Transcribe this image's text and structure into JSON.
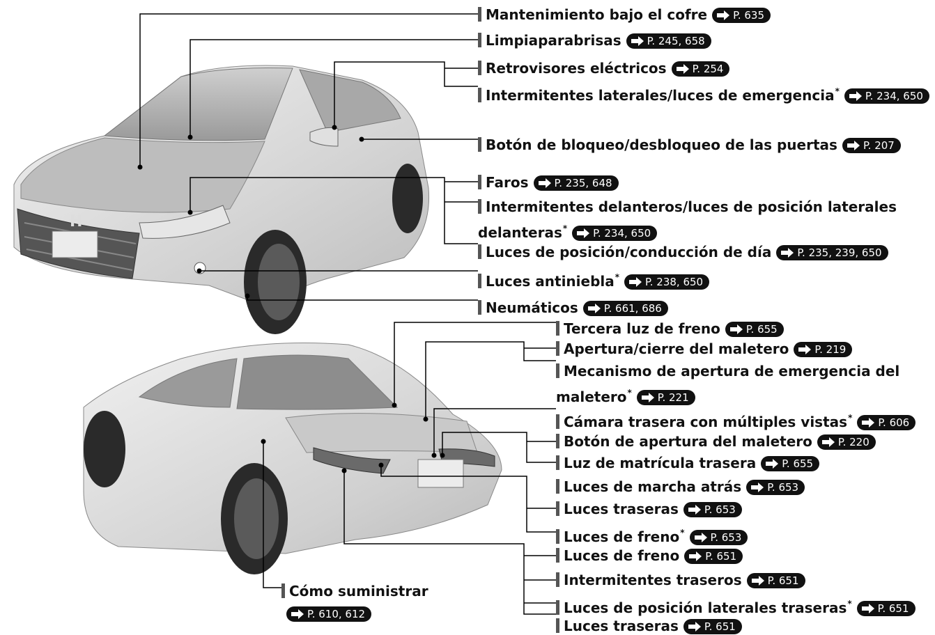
{
  "colors": {
    "line": "#000000",
    "bar": "#555555",
    "pill_bg": "#111111",
    "pill_text": "#ffffff",
    "car_body": "#d9d9d9"
  },
  "ref_prefix": "P.",
  "callouts": {
    "hood": {
      "text": "Mantenimiento bajo el cofre",
      "refs": "635"
    },
    "wipers": {
      "text": "Limpiaparabrisas",
      "refs": "245, 658"
    },
    "mirrors": {
      "text": "Retrovisores eléctricos",
      "refs": "254"
    },
    "side_turn": {
      "text": "Intermitentes laterales/luces de emergencia",
      "star": "*",
      "refs": "234, 650"
    },
    "door_lock": {
      "text": "Botón de bloqueo/desbloqueo de las puertas",
      "refs": "207"
    },
    "headlights": {
      "text": "Faros",
      "refs": "235, 648"
    },
    "front_turn": {
      "text": "Intermitentes delanteros/luces de posición laterales delanteras",
      "star": "*",
      "refs": "234, 650"
    },
    "drl": {
      "text": "Luces de posición/conducción de día",
      "refs": "235, 239, 650"
    },
    "fog": {
      "text": "Luces antiniebla",
      "star": "*",
      "refs": "238, 650"
    },
    "tires": {
      "text": "Neumáticos",
      "refs": "661, 686"
    },
    "third_brake": {
      "text": "Tercera luz de freno",
      "refs": "655"
    },
    "trunk_open": {
      "text": "Apertura/cierre del maletero",
      "refs": "219"
    },
    "trunk_emergency": {
      "text": "Mecanismo de apertura de emergencia del maletero",
      "star": "*",
      "refs": "221"
    },
    "camera": {
      "text": "Cámara trasera con múltiples vistas",
      "star": "*",
      "refs": "606"
    },
    "trunk_button": {
      "text": "Botón de apertura del maletero",
      "refs": "220"
    },
    "plate_light": {
      "text": "Luz de matrícula trasera",
      "refs": "655"
    },
    "reverse": {
      "text": "Luces de marcha atrás",
      "refs": "653"
    },
    "rear_lights_1": {
      "text": "Luces traseras",
      "refs": "653"
    },
    "brake_1": {
      "text": "Luces de freno",
      "star": "*",
      "refs": "653"
    },
    "brake_2": {
      "text": "Luces de freno",
      "refs": "651"
    },
    "rear_turn": {
      "text": "Intermitentes traseros",
      "refs": "651"
    },
    "rear_side": {
      "text": "Luces de posición laterales traseras",
      "star": "*",
      "refs": "651"
    },
    "rear_lights_2": {
      "text": "Luces traseras",
      "refs": "651"
    },
    "fuel": {
      "text": "Cómo suministrar",
      "refs": "610, 612"
    }
  }
}
